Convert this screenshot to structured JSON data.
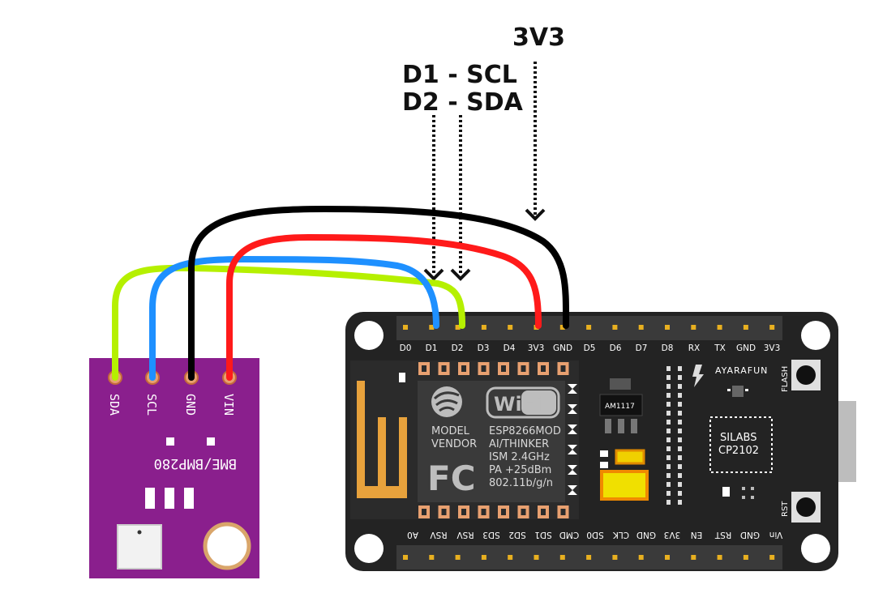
{
  "annotations": {
    "v33": "3V3",
    "d1": "D1 - SCL",
    "d2": "D2 - SDA"
  },
  "sensor": {
    "name": "BME/BMP280",
    "pins": [
      "SDA",
      "SCL",
      "GND",
      "VIN"
    ],
    "color": "#8a1f8d"
  },
  "board": {
    "top_pins": [
      "D0",
      "D1",
      "D2",
      "D3",
      "D4",
      "3V3",
      "GND",
      "D5",
      "D6",
      "D7",
      "D8",
      "RX",
      "TX",
      "GND",
      "3V3"
    ],
    "bottom_pins": [
      "A0",
      "RSV",
      "RSV",
      "SD3",
      "SD2",
      "SD1",
      "CMD",
      "SD0",
      "CLK",
      "GND",
      "3V3",
      "EN",
      "RST",
      "GND",
      "Vin"
    ],
    "module": {
      "model": "MODEL",
      "vendor": "VENDOR",
      "name": "ESP8266MOD",
      "maker": "AI/THINKER",
      "ism": "ISM 2.4GHz",
      "pa": "PA +25dBm",
      "wifi_std": "802.11b/g/n",
      "wifi_logo": "WiFi",
      "fc_logo": "FC"
    },
    "regulator": "AM1117",
    "brand": "AYARAFUN",
    "usb_chip": [
      "SILABS",
      "CP2102"
    ],
    "flash_label": "FLASH",
    "rst_label": "RST"
  },
  "wires": {
    "sda_color": "#b5f000",
    "scl_color": "#1e90ff",
    "gnd_color": "#000000",
    "vin_color": "#ff1a1a"
  }
}
